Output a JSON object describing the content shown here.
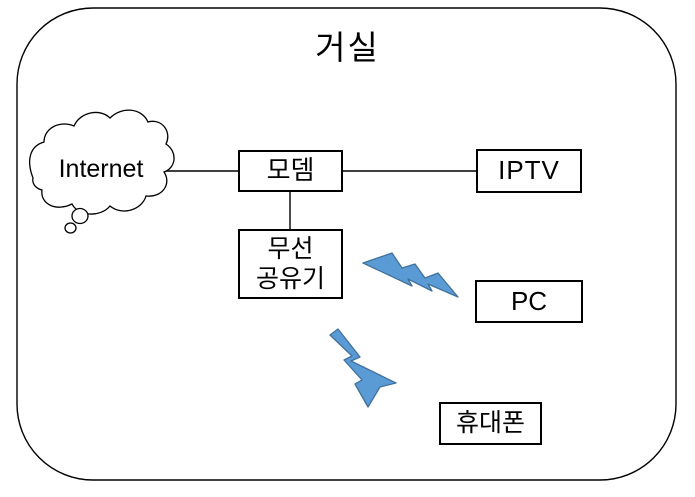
{
  "diagram": {
    "title": "거실",
    "nodes": {
      "internet": {
        "label": "Internet",
        "shape": "cloud"
      },
      "modem": {
        "label": "모뎀",
        "shape": "rect"
      },
      "iptv": {
        "label": "IPTV",
        "shape": "rect"
      },
      "router": {
        "lines": [
          "무선",
          "공유기"
        ],
        "shape": "rect"
      },
      "pc": {
        "label": "PC",
        "shape": "rect"
      },
      "phone": {
        "label": "휴대폰",
        "shape": "rect"
      }
    },
    "connections": [
      {
        "from": "internet",
        "to": "modem",
        "style": "solid-line"
      },
      {
        "from": "modem",
        "to": "iptv",
        "style": "solid-line"
      },
      {
        "from": "modem",
        "to": "router",
        "style": "solid-line"
      },
      {
        "from": "router",
        "to": "pc",
        "style": "wireless-bolt"
      },
      {
        "from": "router",
        "to": "phone",
        "style": "wireless-bolt"
      }
    ],
    "colors": {
      "background": "#FFFFFF",
      "stroke": "#000000",
      "bolt_fill": "#5B9BD5",
      "bolt_stroke": "#41719C"
    }
  }
}
